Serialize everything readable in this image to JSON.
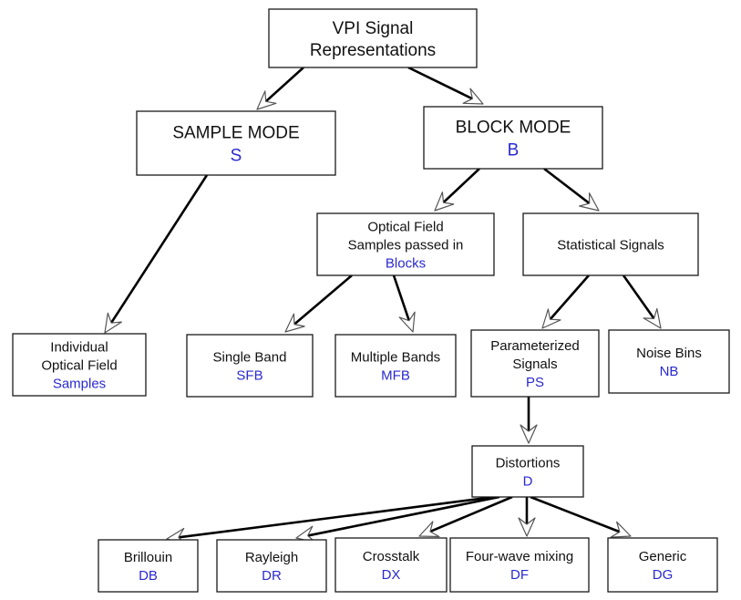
{
  "nodes": {
    "root": {
      "lines": [
        "VPI Signal",
        "Representations"
      ]
    },
    "sample": {
      "lines": [
        "SAMPLE MODE"
      ],
      "abbr": "S"
    },
    "block": {
      "lines": [
        "BLOCK MODE"
      ],
      "abbr": "B"
    },
    "ofs": {
      "lines": [
        "Optical Field",
        "Samples passed in"
      ],
      "abbr": "Blocks"
    },
    "stat": {
      "lines": [
        "Statistical Signals"
      ]
    },
    "ind": {
      "lines": [
        "Individual",
        "Optical Field"
      ],
      "abbr": "Samples"
    },
    "sfb": {
      "lines": [
        "Single Band"
      ],
      "abbr": "SFB"
    },
    "mfb": {
      "lines": [
        "Multiple Bands"
      ],
      "abbr": "MFB"
    },
    "ps": {
      "lines": [
        "Parameterized",
        "Signals"
      ],
      "abbr": "PS"
    },
    "nb": {
      "lines": [
        "Noise Bins"
      ],
      "abbr": "NB"
    },
    "dist": {
      "lines": [
        "Distortions"
      ],
      "abbr": "D"
    },
    "db": {
      "lines": [
        "Brillouin"
      ],
      "abbr": "DB"
    },
    "dr": {
      "lines": [
        "Rayleigh"
      ],
      "abbr": "DR"
    },
    "dx": {
      "lines": [
        "Crosstalk"
      ],
      "abbr": "DX"
    },
    "df": {
      "lines": [
        "Four-wave mixing"
      ],
      "abbr": "DF"
    },
    "dg": {
      "lines": [
        "Generic"
      ],
      "abbr": "DG"
    }
  },
  "edges": [
    [
      "root",
      "sample"
    ],
    [
      "root",
      "block"
    ],
    [
      "sample",
      "ind"
    ],
    [
      "block",
      "ofs"
    ],
    [
      "block",
      "stat"
    ],
    [
      "ofs",
      "sfb"
    ],
    [
      "ofs",
      "mfb"
    ],
    [
      "stat",
      "ps"
    ],
    [
      "stat",
      "nb"
    ],
    [
      "ps",
      "dist"
    ],
    [
      "dist",
      "db"
    ],
    [
      "dist",
      "dr"
    ],
    [
      "dist",
      "dx"
    ],
    [
      "dist",
      "df"
    ],
    [
      "dist",
      "dg"
    ]
  ],
  "colors": {
    "abbreviation": "#2a2ad0",
    "border": "#1a1a1a",
    "arrow": "#000000"
  }
}
